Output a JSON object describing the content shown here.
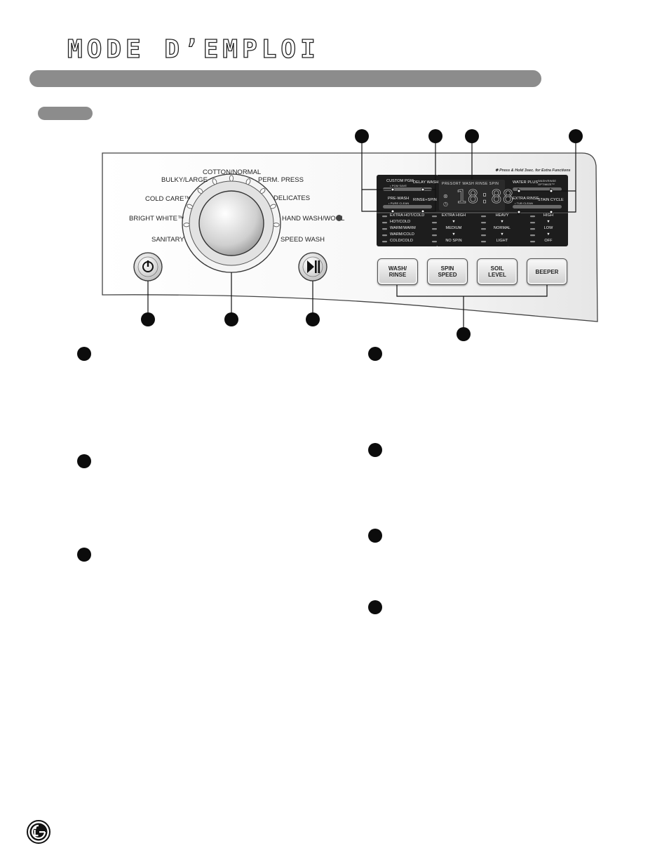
{
  "page": {
    "title": "MODE D’EMPLOI"
  },
  "dial": {
    "cycles": [
      {
        "key": "cotton",
        "label": "COTTON/NORMAL"
      },
      {
        "key": "perm",
        "label": "PERM. PRESS"
      },
      {
        "key": "delicates",
        "label": "DELICATES"
      },
      {
        "key": "handwash",
        "label": "HAND WASH/WOOL"
      },
      {
        "key": "speedwash",
        "label": "SPEED WASH"
      },
      {
        "key": "bulky",
        "label": "BULKY/LARGE"
      },
      {
        "key": "coldcare",
        "label": "COLD CARE™"
      },
      {
        "key": "brightwhite",
        "label": "BRIGHT WHITE™"
      },
      {
        "key": "sanitary",
        "label": "SANITARY"
      }
    ]
  },
  "display": {
    "custom_pgm": "CUSTOM PGM",
    "custom_pgm_sub": "• PGM SAVE",
    "delay_wash": "DELAY WASH",
    "pre_wash": "PRE-WASH",
    "pre_wash_sub": "• PURE CLEAN",
    "rinse_spin": "RINSE+SPIN",
    "water_plus": "WATER PLUS",
    "wash_rinse_opt": "WASH/RINSE",
    "wash_rinse_opt_sub": "OPTIMIZE™",
    "extra_rinse": "EXTRA RINSE",
    "extra_rinse_sub": "• TUB CLEAN",
    "stain_cycle": "STAIN CYCLE",
    "note": "✱ Press & Hold 3sec. for Extra Functions",
    "lcd_status": "PRESORT WASH RINSE SPIN",
    "lcd_time": "18:88",
    "lcd_lock_icon": "lock-icon",
    "lcd_clock_icon": "clock-icon",
    "temps": [
      "EXTRA HOT/COLD",
      "HOT/COLD",
      "WARM/WARM",
      "WARM/COLD",
      "COLD/COLD"
    ],
    "spin": [
      "EXTRA HIGH",
      "▼",
      "MEDIUM",
      "▼",
      "NO SPIN"
    ],
    "soil": [
      "HEAVY",
      "▼",
      "NORMAL",
      "▼",
      "LIGHT"
    ],
    "beeper": [
      "HIGH",
      "▼",
      "LOW",
      "▼",
      "OFF"
    ]
  },
  "buttons": {
    "power_icon": "power-icon",
    "start_pause_icon": "play-pause-icon",
    "wash_rinse": "WASH/\nRINSE",
    "spin_speed": "SPIN\nSPEED",
    "soil_level": "SOIL\nLEVEL",
    "beeper": "BEEPER"
  },
  "footer": {
    "logo": "lg-logo"
  }
}
